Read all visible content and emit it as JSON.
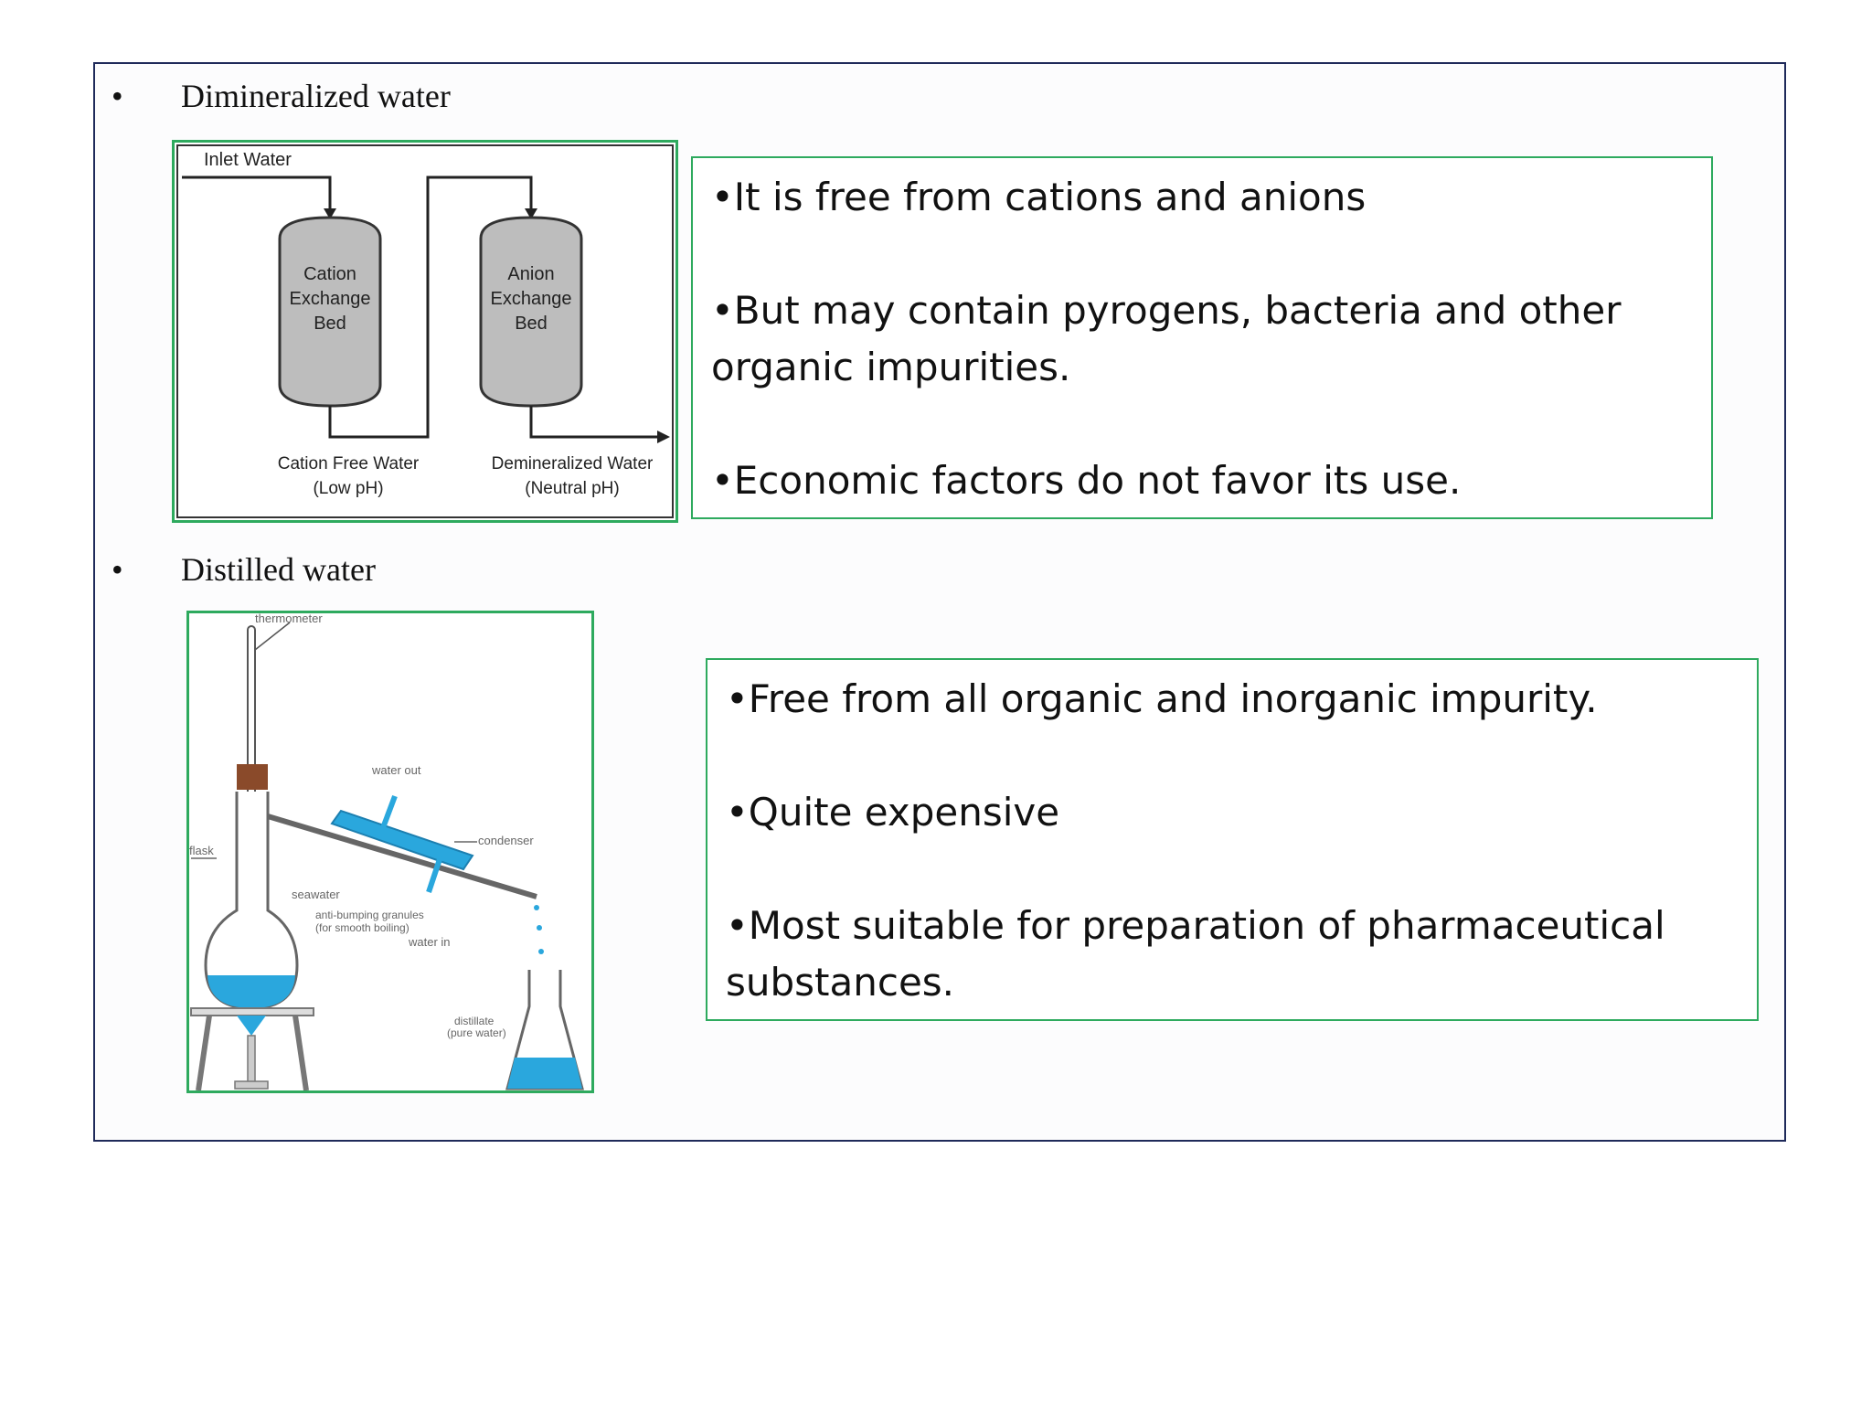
{
  "section1": {
    "bullet": "•",
    "heading": "Dimineralized water",
    "diagram": {
      "inlet_label": "Inlet Water",
      "cation_bed": [
        "Cation",
        "Exchange",
        "Bed"
      ],
      "anion_bed": [
        "Anion",
        "Exchange",
        "Bed"
      ],
      "cation_out_label": [
        "Cation Free Water",
        "(Low pH)"
      ],
      "demin_out_label": [
        "Demineralized Water",
        "(Neutral pH)"
      ]
    },
    "points": [
      "•It is free from cations and anions",
      "•But may contain pyrogens, bacteria and other organic impurities.",
      "•Economic factors do not favor its use."
    ]
  },
  "section2": {
    "bullet": "•",
    "heading": "Distilled water",
    "diagram": {
      "thermometer": "thermometer",
      "water_out": "water out",
      "condenser": "condenser",
      "flask": "flask",
      "seawater": "seawater",
      "granules": [
        "anti-bumping granules",
        "(for smooth boiling)"
      ],
      "water_in": "water in",
      "distillate": [
        "distillate",
        "(pure water)"
      ]
    },
    "points": [
      "•Free from all organic and inorganic impurity.",
      "•Quite expensive",
      "•Most suitable for preparation of pharmaceutical substances."
    ]
  },
  "colors": {
    "frame": "#1f2a5a",
    "box_border": "#2eaa5e",
    "water": "#2aa7dd"
  }
}
